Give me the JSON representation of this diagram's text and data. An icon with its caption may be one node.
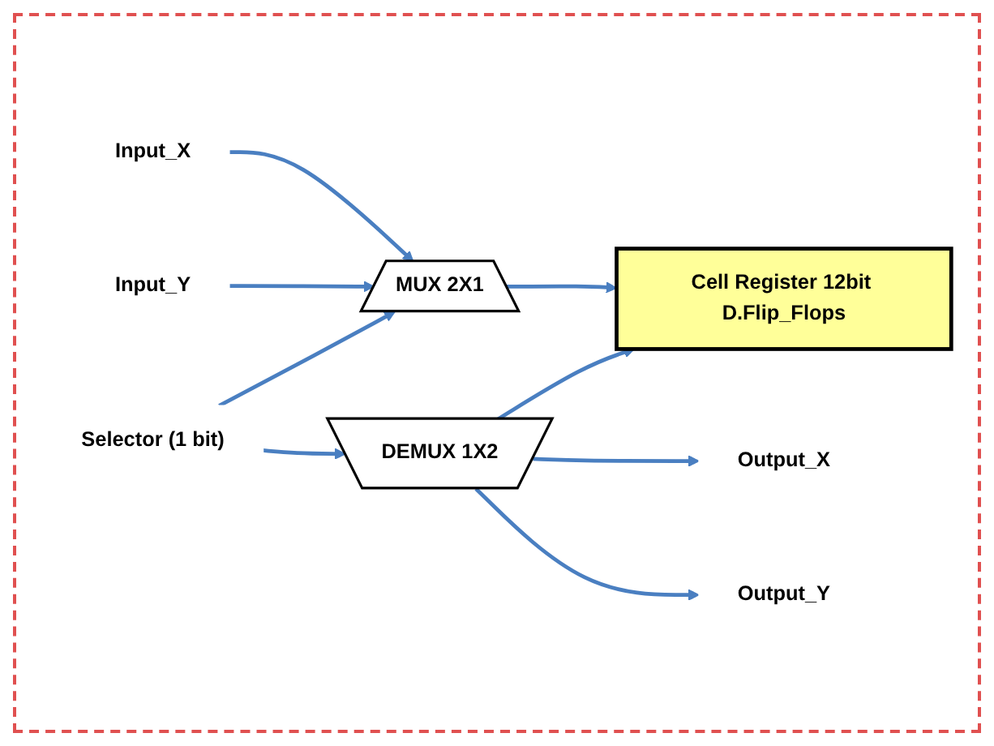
{
  "diagram": {
    "nodes": [
      {
        "text": [
          "Input_X"
        ]
      },
      {
        "text": [
          "Input_Y"
        ]
      },
      {
        "text": [
          "MUX 2X1"
        ]
      },
      {
        "text": [
          "Cell Register 12bit D.Flip_Flops"
        ]
      },
      {
        "text": [
          "DEMUX 1X2"
        ]
      },
      {
        "text": [
          "Output_X"
        ]
      },
      {
        "text": [
          "Output_Y"
        ]
      },
      {
        "text": [
          "Selector (1 bit)"
        ]
      }
    ],
    "edges": [
      {
        "from": 0,
        "to": 2,
        "arrow": "to"
      },
      {
        "from": 1,
        "to": 2,
        "arrow": "to"
      },
      {
        "from": 2,
        "to": 3,
        "arrow": "to"
      },
      {
        "from": 4,
        "to": 3,
        "arrow": "to"
      },
      {
        "from": 4,
        "to": 5,
        "arrow": "to"
      },
      {
        "from": 4,
        "to": 6,
        "arrow": "to"
      },
      {
        "from": 7,
        "to": 2,
        "arrow": "to"
      },
      {
        "from": 7,
        "to": 4,
        "arrow": "to"
      }
    ]
  }
}
